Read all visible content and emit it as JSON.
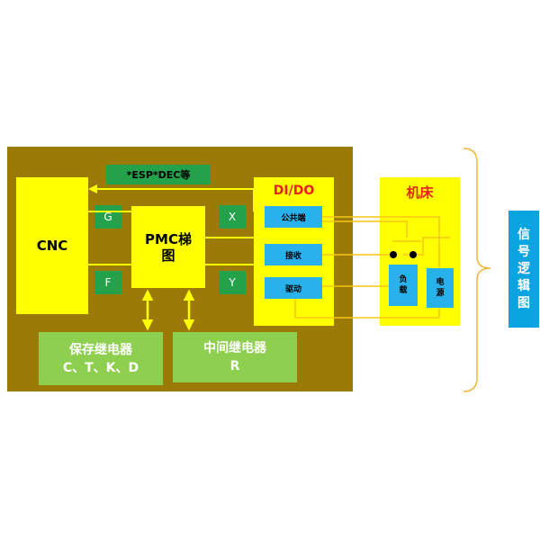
{
  "diagram": {
    "cnc": "CNC",
    "pmc_line1": "PMC梯",
    "pmc_line2": "图",
    "esp_label": "*ESP*DEC等",
    "signals": {
      "g": "G",
      "f": "F",
      "x": "X",
      "y": "Y"
    },
    "dido": {
      "title": "DI/DO",
      "common": "公共端",
      "receive": "接收",
      "drive": "驱动"
    },
    "machine": {
      "title": "机床",
      "load": [
        "负",
        "载"
      ],
      "power": [
        "电",
        "源"
      ]
    },
    "keep_relay": {
      "title": "保存继电器",
      "sub": "C、T、K、D"
    },
    "mid_relay": {
      "title": "中间继电器",
      "sub": "R"
    },
    "signal_logic": [
      "信",
      "号",
      "逻",
      "辑",
      "图"
    ],
    "colors": {
      "outer": "#9b7a07",
      "yellow": "#ffff00",
      "dark_green": "#23a14b",
      "light_green": "#8fcf4f",
      "blue": "#29b1ec",
      "title_red": "#e8211d",
      "bracket": "#f2b53b"
    }
  }
}
